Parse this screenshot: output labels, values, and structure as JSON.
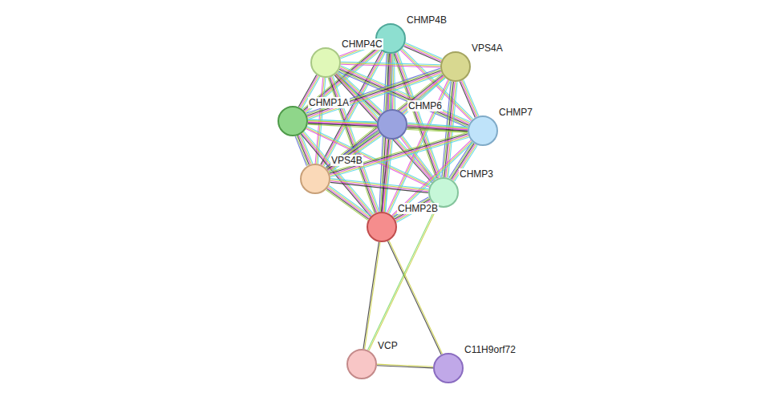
{
  "diagram": {
    "nodes": [
      {
        "text": [
          "CHMP4B"
        ]
      },
      {
        "text": [
          "CHMP4C"
        ]
      },
      {
        "text": [
          "VPS4A"
        ]
      },
      {
        "text": [
          "CHMP1A"
        ]
      },
      {
        "text": [
          "CHMP6"
        ]
      },
      {
        "text": [
          "CHMP7"
        ]
      },
      {
        "text": [
          "VPS4B"
        ]
      },
      {
        "text": [
          "CHMP3"
        ]
      },
      {
        "text": [
          "CHMP2B"
        ]
      },
      {
        "text": [
          "VCP"
        ]
      },
      {
        "text": [
          "C11H9orf72"
        ]
      }
    ],
    "edges": [
      {
        "from": 0,
        "to": 1,
        "arrow": "none"
      },
      {
        "from": 0,
        "to": 2,
        "arrow": "none"
      },
      {
        "from": 0,
        "to": 3,
        "arrow": "none"
      },
      {
        "from": 0,
        "to": 4,
        "arrow": "none"
      },
      {
        "from": 0,
        "to": 5,
        "arrow": "none"
      },
      {
        "from": 0,
        "to": 6,
        "arrow": "none"
      },
      {
        "from": 0,
        "to": 7,
        "arrow": "none"
      },
      {
        "from": 0,
        "to": 8,
        "arrow": "none"
      },
      {
        "from": 1,
        "to": 2,
        "arrow": "none"
      },
      {
        "from": 1,
        "to": 3,
        "arrow": "none"
      },
      {
        "from": 1,
        "to": 4,
        "arrow": "none"
      },
      {
        "from": 1,
        "to": 5,
        "arrow": "none"
      },
      {
        "from": 1,
        "to": 6,
        "arrow": "none"
      },
      {
        "from": 1,
        "to": 7,
        "arrow": "none"
      },
      {
        "from": 1,
        "to": 8,
        "arrow": "none"
      },
      {
        "from": 2,
        "to": 3,
        "arrow": "none"
      },
      {
        "from": 2,
        "to": 4,
        "arrow": "none"
      },
      {
        "from": 2,
        "to": 5,
        "arrow": "none"
      },
      {
        "from": 2,
        "to": 6,
        "arrow": "none"
      },
      {
        "from": 2,
        "to": 7,
        "arrow": "none"
      },
      {
        "from": 2,
        "to": 8,
        "arrow": "none"
      },
      {
        "from": 3,
        "to": 4,
        "arrow": "none"
      },
      {
        "from": 3,
        "to": 5,
        "arrow": "none"
      },
      {
        "from": 3,
        "to": 6,
        "arrow": "none"
      },
      {
        "from": 3,
        "to": 7,
        "arrow": "none"
      },
      {
        "from": 3,
        "to": 8,
        "arrow": "none"
      },
      {
        "from": 4,
        "to": 5,
        "arrow": "none"
      },
      {
        "from": 4,
        "to": 6,
        "arrow": "none"
      },
      {
        "from": 4,
        "to": 7,
        "arrow": "none"
      },
      {
        "from": 4,
        "to": 8,
        "arrow": "none"
      },
      {
        "from": 5,
        "to": 6,
        "arrow": "none"
      },
      {
        "from": 5,
        "to": 7,
        "arrow": "none"
      },
      {
        "from": 5,
        "to": 8,
        "arrow": "none"
      },
      {
        "from": 6,
        "to": 7,
        "arrow": "none"
      },
      {
        "from": 6,
        "to": 8,
        "arrow": "none"
      },
      {
        "from": 7,
        "to": 8,
        "arrow": "none"
      },
      {
        "from": 8,
        "to": 9,
        "arrow": "none"
      },
      {
        "from": 8,
        "to": 10,
        "arrow": "none"
      },
      {
        "from": 9,
        "to": 10,
        "arrow": "none"
      },
      {
        "from": 7,
        "to": 9,
        "arrow": "none"
      }
    ]
  }
}
